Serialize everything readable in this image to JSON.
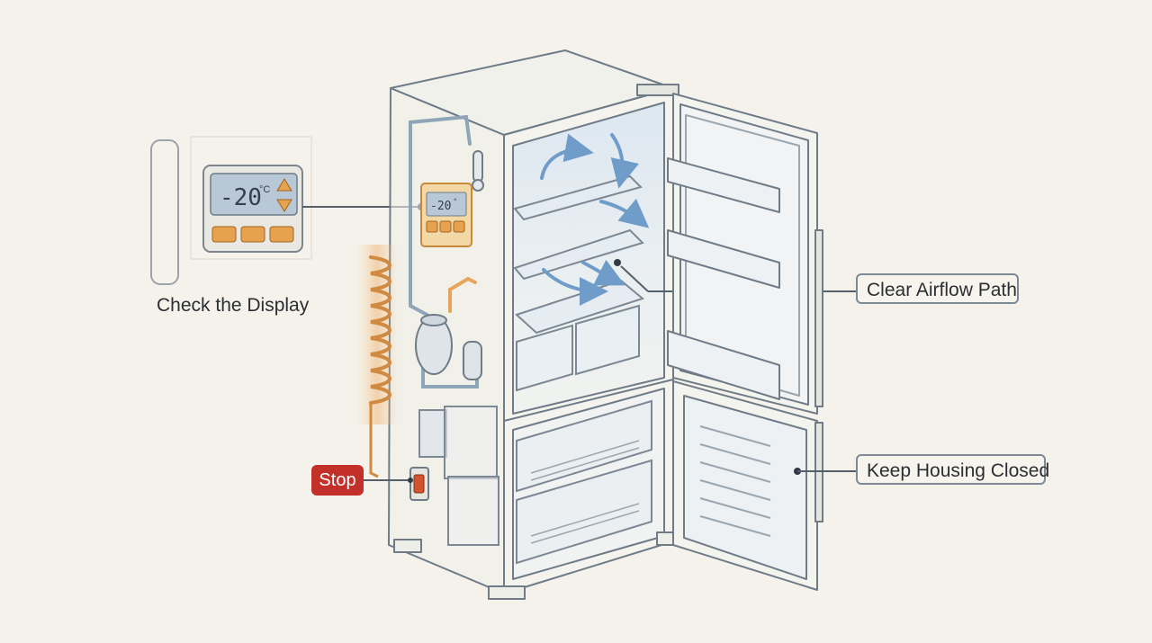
{
  "display_panel": {
    "temperature": "-20",
    "unit": "°C",
    "caption": "Check the Display"
  },
  "fridge_display": {
    "temperature": "-20",
    "unit": "°"
  },
  "callouts": {
    "airflow": "Clear Airflow Path",
    "housing": "Keep Housing Closed"
  },
  "stop_label": "Stop",
  "colors": {
    "background": "#f4f2ea",
    "outline": "#6f7c88",
    "airflow_blue": "#6f9cc8",
    "warm_orange": "#e8a45a",
    "display_amber": "#e6a24e",
    "stop_red": "#c3302a"
  }
}
